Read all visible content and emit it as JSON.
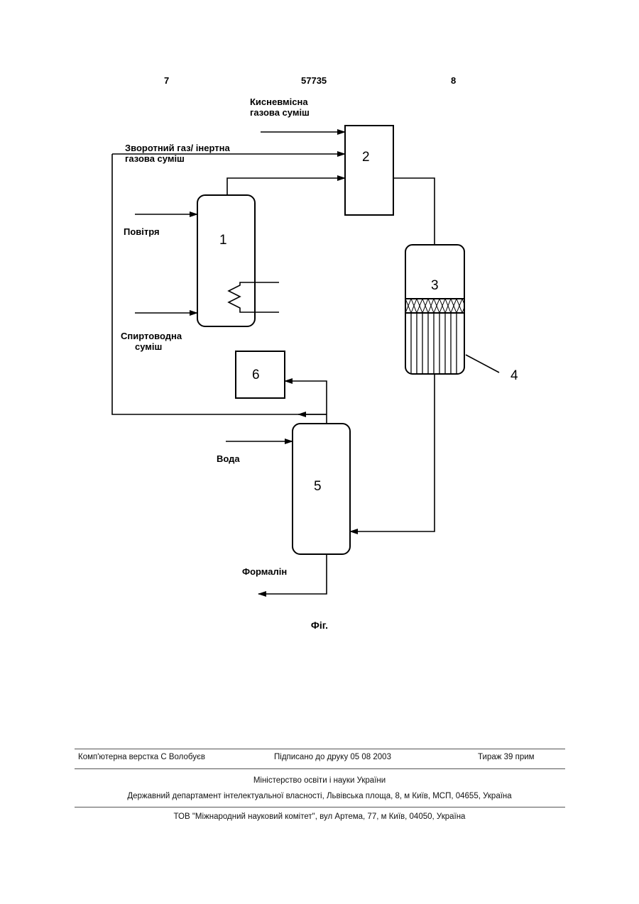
{
  "header": {
    "left_page": "7",
    "patent_number": "57735",
    "right_page": "8"
  },
  "labels": {
    "oxygen_mix_line1": "Кисневмісна",
    "oxygen_mix_line2": "газова суміш",
    "return_gas_line1": "Зворотний газ/ інертна",
    "return_gas_line2": "газова суміш",
    "air": "Повітря",
    "alcohol_mix_line1": "Спиртоводна",
    "alcohol_mix_line2": "суміш",
    "water": "Вода",
    "formalin": "Формалін"
  },
  "units": {
    "u1": "1",
    "u2": "2",
    "u3": "3",
    "u4": "4",
    "u5": "5",
    "u6": "6"
  },
  "caption": "Фіг.",
  "footer": {
    "typesetter": "Комп'ютерна верстка С Волобуєв",
    "signed": "Підписано до друку 05 08 2003",
    "circulation": "Тираж 39 прим",
    "ministry": "Міністерство освіти і науки України",
    "department": "Державний департамент інтелектуальної власності, Львівська площа, 8, м Київ, МСП, 04655, Україна",
    "publisher": "ТОВ \"Міжнародний науковий комітет\", вул Артема, 77, м Київ, 04050, Україна"
  }
}
